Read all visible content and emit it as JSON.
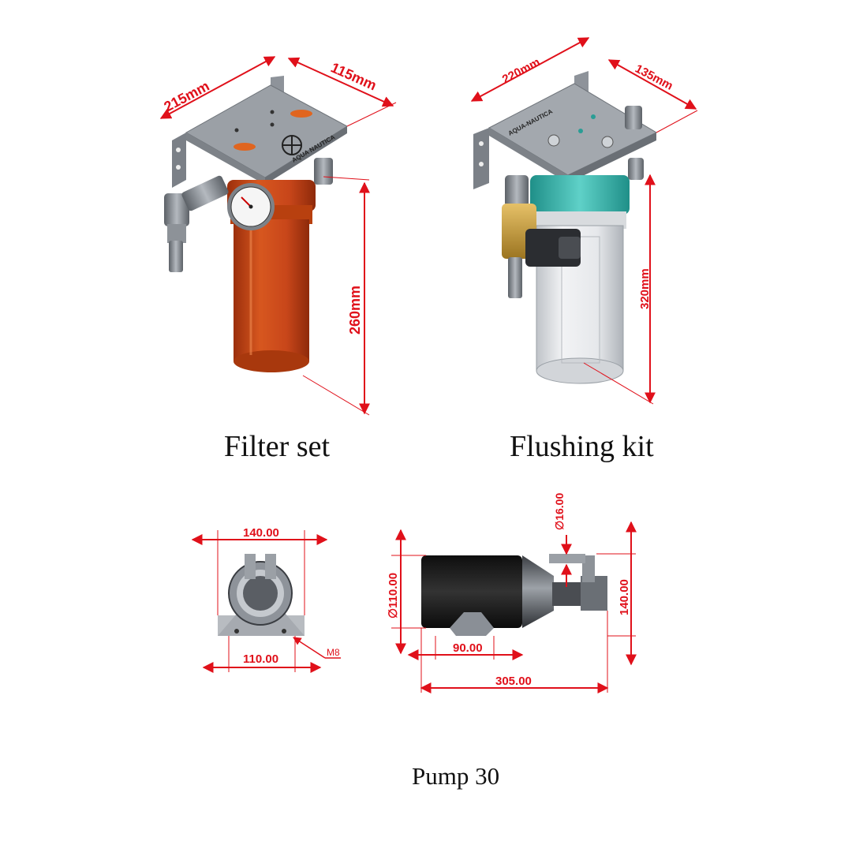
{
  "captions": {
    "filter_set": "Filter set",
    "flushing_kit": "Flushing kit",
    "pump": "Pump 30"
  },
  "brand": {
    "filter_plate": "AQUA NAUTICA",
    "flushing_plate": "AQUA-NAUTICA"
  },
  "filter_set": {
    "width": "215mm",
    "depth": "115mm",
    "height": "260mm",
    "housing_color": "#c8461a"
  },
  "flushing_kit": {
    "width": "220mm",
    "depth": "135mm",
    "height": "320mm",
    "ring_color": "#3cb8b0"
  },
  "pump": {
    "front_width": "140.00",
    "base_holes": "110.00",
    "thread": "M8",
    "diameter": "∅110.00",
    "outlet": "∅16.00",
    "height": "140.00",
    "foot": "90.00",
    "length": "305.00"
  },
  "colors": {
    "dimension": "#e0101a",
    "metal": "#8a8f96",
    "pump_body": "#1e1e1e"
  }
}
